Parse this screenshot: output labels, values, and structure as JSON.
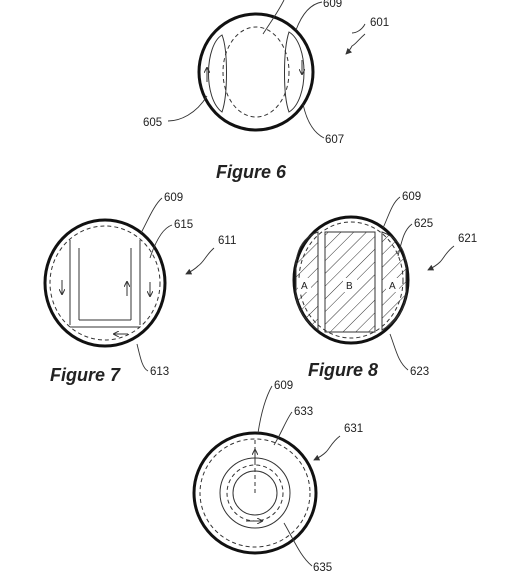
{
  "labels": {
    "r609_fig6": "609",
    "r601": "601",
    "r605": "605",
    "r607": "607",
    "fig6": "Figure 6",
    "r609_fig7": "609",
    "r615": "615",
    "r611": "611",
    "r613": "613",
    "fig7": "Figure 7",
    "r609_fig8": "609",
    "r625": "625",
    "r621": "621",
    "r623": "623",
    "fig8": "Figure 8",
    "zone_a_left": "A",
    "zone_b": "B",
    "zone_a_right": "A",
    "r609_fig9": "609",
    "r633": "633",
    "r631": "631",
    "r635": "635"
  }
}
